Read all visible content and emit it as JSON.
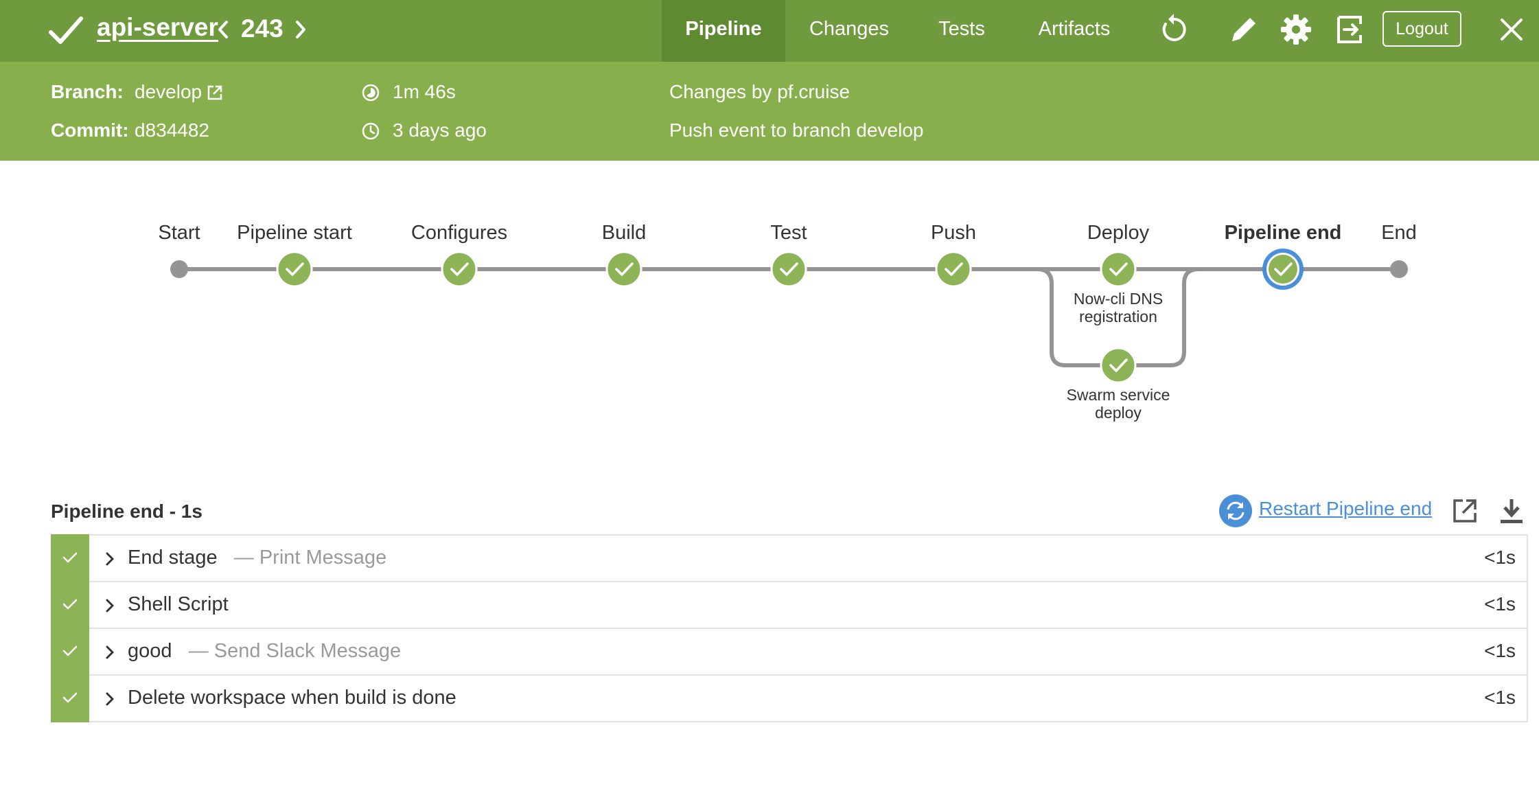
{
  "header": {
    "job_name": "api-server",
    "run_number": "243",
    "tabs": [
      {
        "label": "Pipeline",
        "active": true
      },
      {
        "label": "Changes",
        "active": false
      },
      {
        "label": "Tests",
        "active": false
      },
      {
        "label": "Artifacts",
        "active": false
      }
    ],
    "logout_label": "Logout",
    "icons": [
      "check-icon",
      "chevron-left-icon",
      "chevron-right-icon",
      "replay-icon",
      "pencil-icon",
      "gear-icon",
      "exit-icon",
      "close-icon"
    ]
  },
  "info": {
    "branch_label": "Branch:",
    "branch_value": "develop",
    "commit_label": "Commit:",
    "commit_value": "d834482",
    "duration": "1m 46s",
    "started": "3 days ago",
    "changes": "Changes by pf.cruise",
    "cause": "Push event to branch develop"
  },
  "pipeline": {
    "stages": [
      {
        "label": "Start",
        "type": "terminal"
      },
      {
        "label": "Pipeline start",
        "type": "success"
      },
      {
        "label": "Configures",
        "type": "success"
      },
      {
        "label": "Build",
        "type": "success"
      },
      {
        "label": "Test",
        "type": "success"
      },
      {
        "label": "Push",
        "type": "success"
      },
      {
        "label": "Deploy",
        "type": "success"
      },
      {
        "label": "Pipeline end",
        "type": "success",
        "selected": true
      },
      {
        "label": "End",
        "type": "terminal"
      }
    ],
    "parallel_branches": [
      {
        "label": "Now-cli DNS registration",
        "status": "success"
      },
      {
        "label": "Swarm service deploy",
        "status": "success"
      }
    ]
  },
  "detail": {
    "title": "Pipeline end - 1s",
    "restart_label": "Restart Pipeline end",
    "steps": [
      {
        "name": "End stage",
        "desc": "— Print Message",
        "duration": "<1s",
        "status": "success"
      },
      {
        "name": "Shell Script",
        "desc": "",
        "duration": "<1s",
        "status": "success"
      },
      {
        "name": "good",
        "desc": "— Send Slack Message",
        "duration": "<1s",
        "status": "success"
      },
      {
        "name": "Delete workspace when build is done",
        "desc": "",
        "duration": "<1s",
        "status": "success"
      }
    ]
  },
  "colors": {
    "topbar": "#6f9a3e",
    "infobar": "#87af4c",
    "success": "#8cb356",
    "selected_ring": "#4a90d9",
    "connector": "#949494"
  }
}
